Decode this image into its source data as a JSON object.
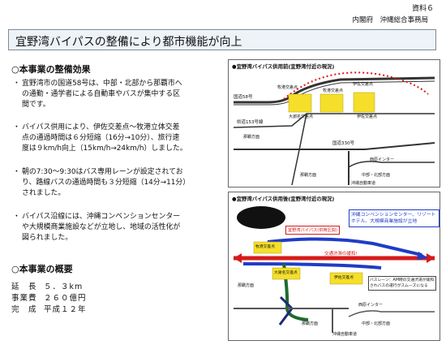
{
  "page_label": "資料６",
  "org": "内閣府　沖縄総合事務局",
  "title": "宜野湾バイパスの整備により都市機能が向上",
  "effects": {
    "heading": "○本事業の整備効果",
    "bullets": [
      {
        "mark": "・",
        "lines": [
          "宜野湾市の国道58号は、中部・北部から那覇市へ",
          "の通勤・通学者による自動車やバスが集中する区",
          "間です。"
        ]
      },
      {
        "mark": "・",
        "lines": [
          "バイパス供用により、伊佐交差点～牧港立体交差",
          "点の通過時間は６分短縮（16分→10分）、旅行速",
          "度は９km/h向上（15km/h→24km/h）しました。"
        ]
      },
      {
        "mark": "・",
        "lines": [
          "朝の7:30～9:30はバス専用レーンが設定されてお",
          "り、路線バスの通過時間も３分短縮（14分→11分）",
          "されました。"
        ]
      },
      {
        "mark": "・",
        "lines": [
          "バイパス沿線には、沖縄コンベンションセンター",
          "や大規模商業施設などが立地し、地域の活性化が",
          "図られました。"
        ]
      }
    ]
  },
  "overview": {
    "heading": "○本事業の概要",
    "rows": [
      {
        "key": "延　長",
        "value": "５．３km"
      },
      {
        "key": "事業費",
        "value": "２６０億円"
      },
      {
        "key": "完　成",
        "value": "平成１２年"
      }
    ]
  },
  "diagram_before": {
    "heading": "●宜野湾バイパス供用前(宜野湾付近の現況)",
    "labels": {
      "r58": "国道58号",
      "r153": "県道153号線",
      "r330": "国道330号",
      "makiminato": "牧港交差点",
      "isa_top": "伊佐交差点",
      "makiminato2": "牧港交差点",
      "oyama": "大謝名交差点",
      "isa": "伊佐交差点",
      "naha_l": "那覇方面",
      "nishihara": "西原インター",
      "naha_b": "那覇方面",
      "chubu": "中部・北部方面",
      "okinawa": "沖縄自動車道"
    }
  },
  "diagram_after": {
    "heading": "●宜野湾バイパス供用後(宜野湾付近の現況)",
    "labels": {
      "bypass": "宜野湾バイパス(供用区間)",
      "smooth": "交通渋滞の緩和!",
      "callout": "沖縄コンベンションセンター、リゾートホテル、大規模商業施設が立地",
      "makiminato": "牧港交差点",
      "oyama": "大謝名交差点",
      "isa": "伊佐交差点",
      "naha_l": "那覇方面",
      "bus_note": "バスレーン：AM時の交通渋滞が緩和されバスの運行がスムーズになる",
      "nishihara": "西原インター",
      "naha_b": "那覇方面",
      "chubu": "中部・北部方面",
      "okinawa": "沖縄自動車道"
    }
  }
}
